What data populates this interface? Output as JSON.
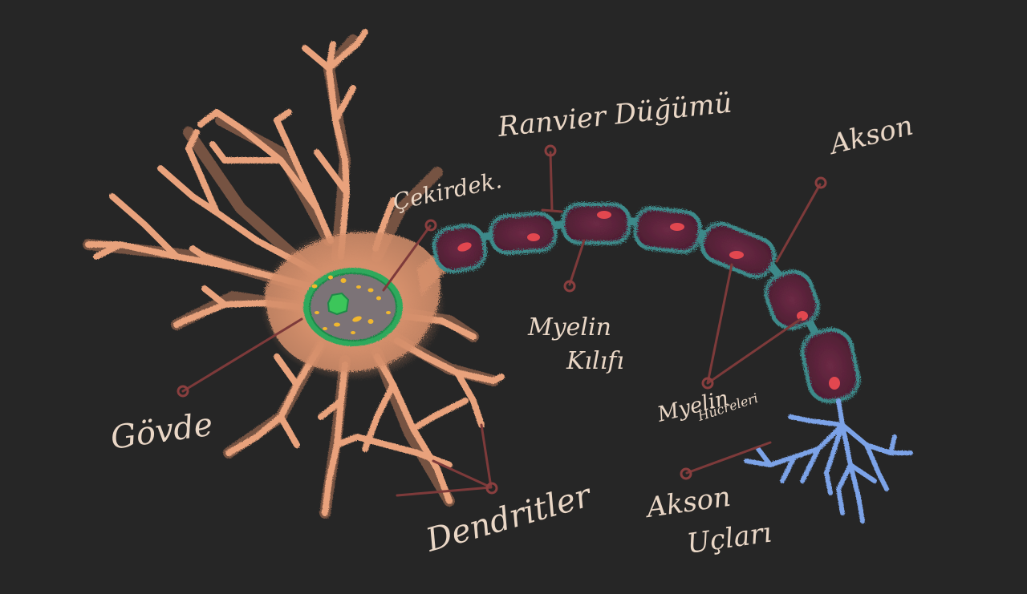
{
  "colors": {
    "background": "#262626",
    "dendrite": "#e9a27c",
    "soma": "#dc9a78",
    "nucleus_ring": "#2fa95c",
    "nucleus_fill": "#7b7377",
    "nucleolus": "#3cc65a",
    "organelles": "#f1b72e",
    "myelin_fill": "#5b2238",
    "myelin_outline": "#3c8a8a",
    "schwann_nucleus": "#e2474f",
    "axon_terminal": "#7ba3e8",
    "label_line": "#7d3a3a",
    "label_text": "#ead7c6"
  },
  "labels": {
    "ranvier": "Ranvier Düğümü",
    "nucleus": "Çekirdek.",
    "axon": "Akson",
    "myelin_sheath_1": "Myelin",
    "myelin_sheath_2": "Kılıfı",
    "soma": "Gövde",
    "dendrites": "Dendritler",
    "schwann_1": "Myelin",
    "schwann_2": "Hücreleri",
    "terminals_1": "Akson",
    "terminals_2": "Uçları"
  }
}
